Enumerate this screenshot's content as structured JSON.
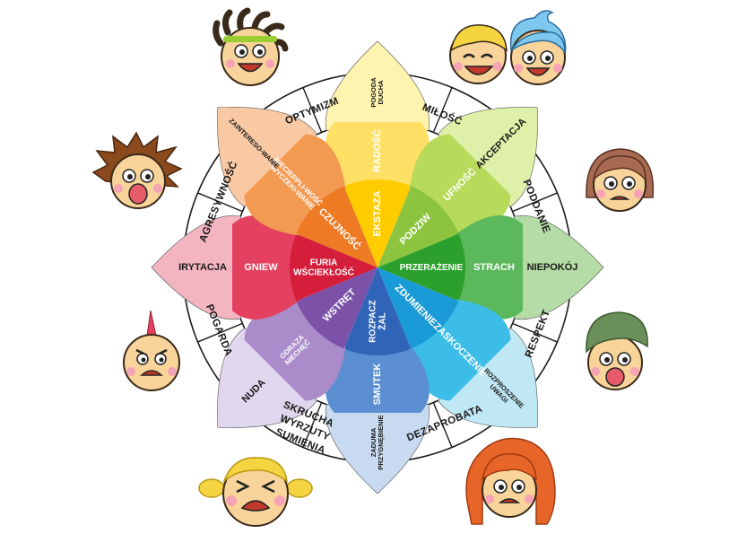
{
  "colors": {
    "yellow": [
      "#fff3b0",
      "#ffe066",
      "#ffcc00"
    ],
    "yellowgreen": [
      "#dff0a8",
      "#b8da5a",
      "#8cc43f"
    ],
    "green": [
      "#b5dca6",
      "#5cb85c",
      "#2ca02c"
    ],
    "teal": [
      "#bfe7f4",
      "#3bbde8",
      "#1a9ad6"
    ],
    "blue": [
      "#c8daf0",
      "#5b8fd1",
      "#2f64b8"
    ],
    "purple": [
      "#e0d6ee",
      "#a98cc9",
      "#7b52a8"
    ],
    "red": [
      "#f3b5bf",
      "#e4405f",
      "#d41e3c"
    ],
    "orange": [
      "#f8c9a3",
      "#f29a52",
      "#ee7a23"
    ]
  },
  "petals": [
    {
      "key": "top",
      "outer": "POGODA DUCHA",
      "mid": "RADOŚĆ",
      "inner": "EKSTAZA"
    },
    {
      "key": "upper-right",
      "outer": "AKCEPTACJA",
      "mid": "UFNOŚĆ",
      "inner": "PODZIW"
    },
    {
      "key": "right",
      "outer": "NIEPOKÓJ",
      "mid": "STRACH",
      "inner": "PRZERAŻENIE"
    },
    {
      "key": "lower-right",
      "outer": "ROZPROSZENIE UWAGI",
      "mid": "ZASKOCZENIE",
      "inner": "ZDUMIENIE"
    },
    {
      "key": "bottom",
      "outer": "ZADUMA PRZYGNĘBIENIE",
      "mid": "SMUTEK",
      "inner": "ROZPACZ ŻAL"
    },
    {
      "key": "lower-left",
      "outer": "NUDA",
      "mid": "ODRAZA NIECHĘĆ",
      "inner": "WSTRĘT"
    },
    {
      "key": "left",
      "outer": "IRYTACJA",
      "mid": "GNIEW",
      "inner": "FURIA WŚCIEKŁOŚĆ"
    },
    {
      "key": "upper-left",
      "outer": "ZAINTERESO-WANIE",
      "mid": "NIECIERPLI-WOŚĆ WYCZEKI-WANIE",
      "inner": "CZUJNOŚĆ"
    }
  ],
  "ring_labels": {
    "miłość": "MIŁOŚĆ",
    "poddanie": "PODDANIE",
    "respekt": "RESPEKT",
    "dezaprobata": "DEZAPROBATA",
    "skrucha": "SKRUCHA WYRZUTY SUMIENIA",
    "pogarda": "POGARDA",
    "agresywnosc": "AGRESYWNOŚĆ",
    "optymizm": "OPTYMIZM"
  }
}
